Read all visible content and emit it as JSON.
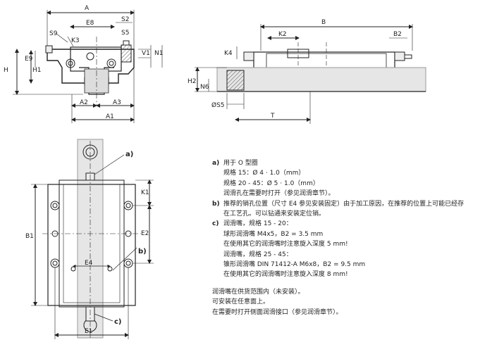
{
  "dimension_labels": {
    "A": "A",
    "E8": "E8",
    "S2": "S2",
    "S9": "S9",
    "S5_top": "S5",
    "K3": "K3",
    "E9": "E9",
    "H": "H",
    "H1": "H1",
    "V1": "V1",
    "N1": "N1",
    "A2": "A2",
    "A3": "A3",
    "A1": "A1",
    "B": "B",
    "K2": "K2",
    "B2": "B2",
    "K4": "K4",
    "H2": "H2",
    "N6": "N6",
    "S5": "ØS5",
    "T": "T",
    "K1": "K1",
    "B1": "B1",
    "E2": "E2",
    "E1": "E1",
    "E4": "E4"
  },
  "callouts": {
    "a": "a)",
    "b": "b)",
    "c": "c)"
  },
  "notes": {
    "a": {
      "tag": "a)",
      "lines": [
        "用于 O 型圈",
        "规格 15：Ø 4 · 1.0（mm）",
        "规格 20 - 45：Ø 5 · 1.0（mm）",
        "润滑孔在需要时打开（参见润滑章节）。"
      ]
    },
    "b": {
      "tag": "b)",
      "lines": [
        "推荐的销孔位置（尺寸 E4 参见安装固定）由于加工原因，在推荐的位置上可能已经存",
        "在工艺孔。可以钻通来安装定位销。"
      ]
    },
    "c": {
      "tag": "c)",
      "lines": [
        "润滑嘴，规格 15 - 20：",
        "球形润滑嘴 M4x5，B2 = 3.5 mm",
        "在使用其它的润滑嘴时注意旋入深度 5 mm!",
        "润滑嘴，规格 25 - 45：",
        "锥形润滑嘴 DIN 71412-A M6x8，B2 = 9.5 mm",
        "在使用其它的润滑嘴时注意旋入深度 8 mm!"
      ]
    },
    "general": [
      "润滑嘴在供货范围内（未安装）。",
      "可安装在任意面上。",
      "在需要时打开侧面润滑接口（参见润滑章节）。"
    ]
  }
}
